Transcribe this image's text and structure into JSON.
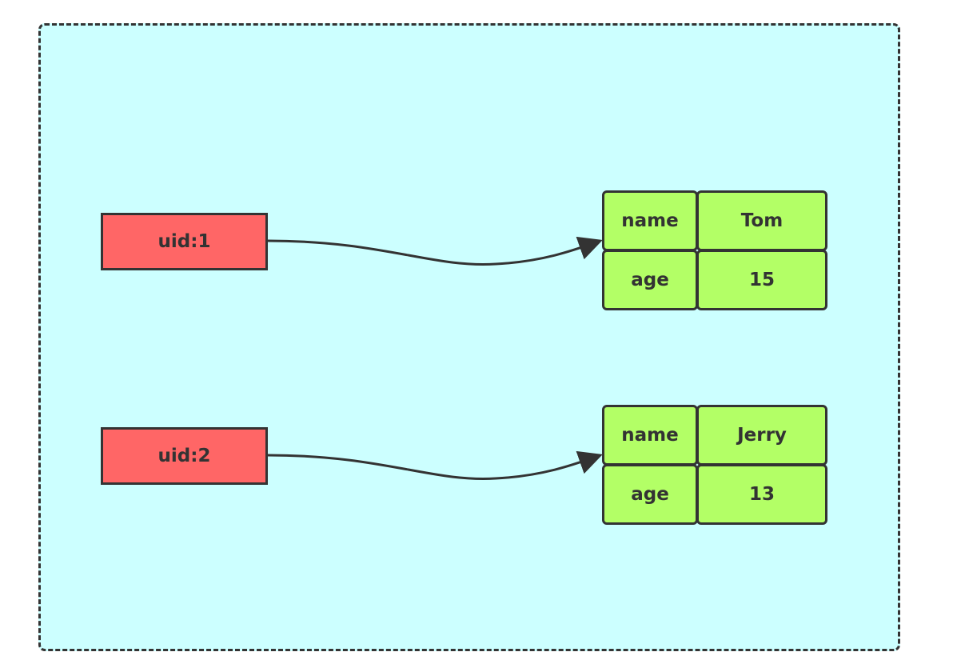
{
  "colors": {
    "frame_fill": "#ccffff",
    "key_fill": "#ff6666",
    "cell_fill": "#b3ff66",
    "stroke": "#333333"
  },
  "keys": [
    {
      "label": "uid:1",
      "hash": [
        {
          "field": "name",
          "value": "Tom"
        },
        {
          "field": "age",
          "value": "15"
        }
      ]
    },
    {
      "label": "uid:2",
      "hash": [
        {
          "field": "name",
          "value": "Jerry"
        },
        {
          "field": "age",
          "value": "13"
        }
      ]
    }
  ]
}
